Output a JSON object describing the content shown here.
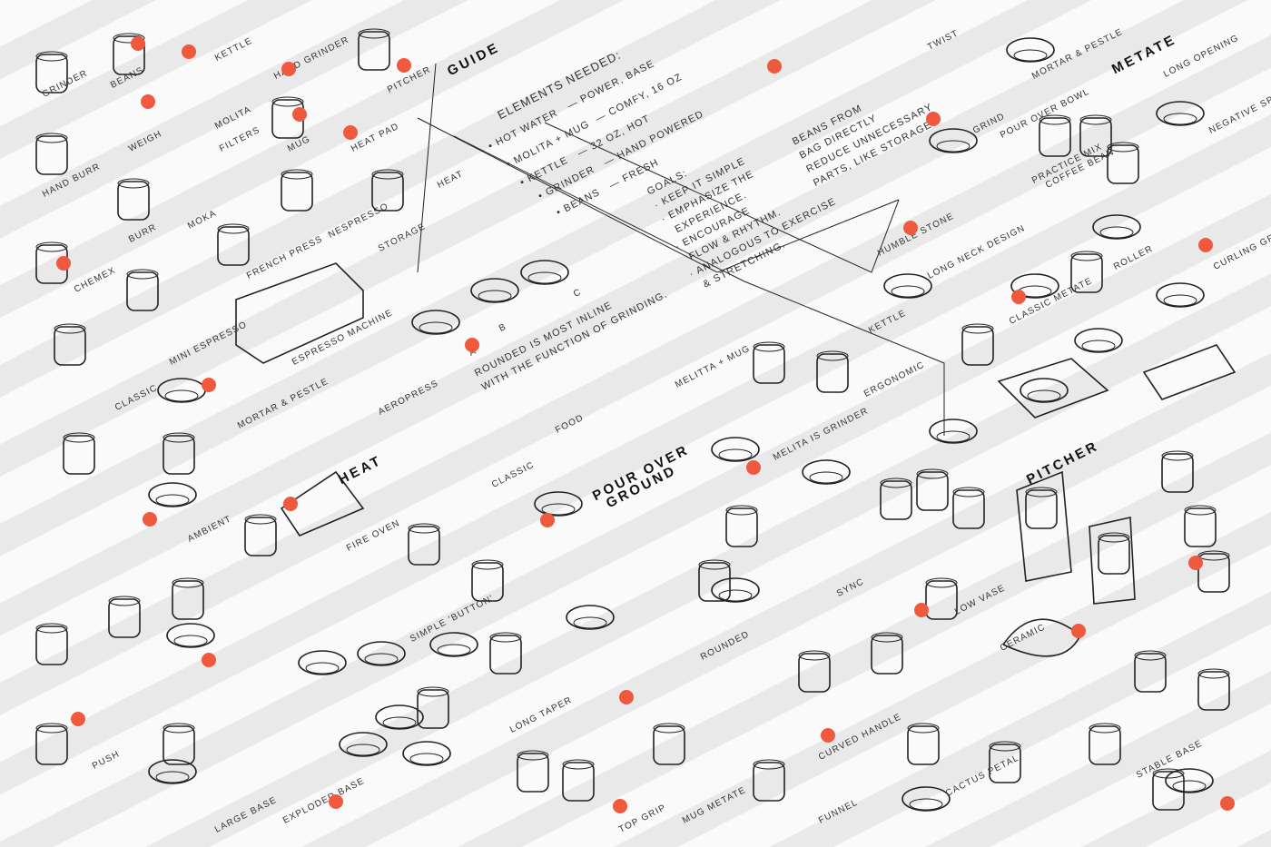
{
  "accent_color": "#ef5a3f",
  "headings": [
    "GUIDE",
    "METATE",
    "PITCHER",
    "POUR OVER",
    "HEAT",
    "GROUND"
  ],
  "guide": {
    "elements_title": "ELEMENTS NEEDED:",
    "rows": [
      "• HOT WATER   — POWER, BASE",
      "• MOLITA + MUG  — COMFY, 16 OZ",
      "• KETTLE   — 32 OZ, HOT",
      "• GRINDER   — HAND POWERED",
      "• BEANS   — FRESH"
    ]
  },
  "goals": "GOALS:\n· KEEP IT SIMPLE\n· EMPHASIZE THE\n  EXPERIENCE.\n· ENCOURAGE\n  FLOW & RHYTHM.\n· ANALOGOUS TO EXERCISE\n  & STRETCHING.",
  "beans_note": "BEANS FROM\nBAG DIRECTLY\nREDUCE UNNECESSARY\nPARTS, LIKE STORAGE.",
  "rounded_note": "ROUNDED IS MOST INLINE\nWITH THE FUNCTION OF GRINDING.",
  "labels": [
    "GRINDER",
    "BEANS",
    "KETTLE",
    "HAND GRINDER",
    "PITCHER",
    "MOLITA",
    "WEIGH",
    "FILTERS",
    "MUG",
    "HEAT PAD",
    "HAND BURR",
    "BURR",
    "MOKA",
    "FRENCH PRESS",
    "NESPRESSO",
    "STORAGE",
    "CHEMEX",
    "MINI ESPRESSO",
    "ESPRESSO MACHINE",
    "CLASSIC",
    "MORTAR & PESTLE",
    "AEROPRESS",
    "TWIST",
    "MORTAR & PESTLE",
    "LONG OPENING",
    "NEGATIVE SPACE",
    "GRIND",
    "POUR OVER BOWL",
    "PRACTICE MIX",
    "COFFEE BEAN",
    "HUMBLE STONE",
    "LONG NECK DESIGN",
    "CLASSIC METATE",
    "ROLLER",
    "CURLING GRIND",
    "KETTLE",
    "MELITTA + MUG",
    "HEAT",
    "A",
    "B",
    "C",
    "CLASSIC",
    "FOOD",
    "MELITA IS GRINDER",
    "ERGONOMIC",
    "AMBIENT",
    "FIRE OVEN",
    "SIMPLE 'BUTTON'",
    "LONG TAPER",
    "CURVED HANDLE",
    "STABLE BASE",
    "CACTUS PETAL",
    "TOP GRIP",
    "MUG METATE",
    "SYNC",
    "ROUNDED",
    "CERAMIC",
    "LOW VASE",
    "FUNNEL",
    "EXPLODED BASE",
    "LARGE BASE",
    "PUSH"
  ]
}
